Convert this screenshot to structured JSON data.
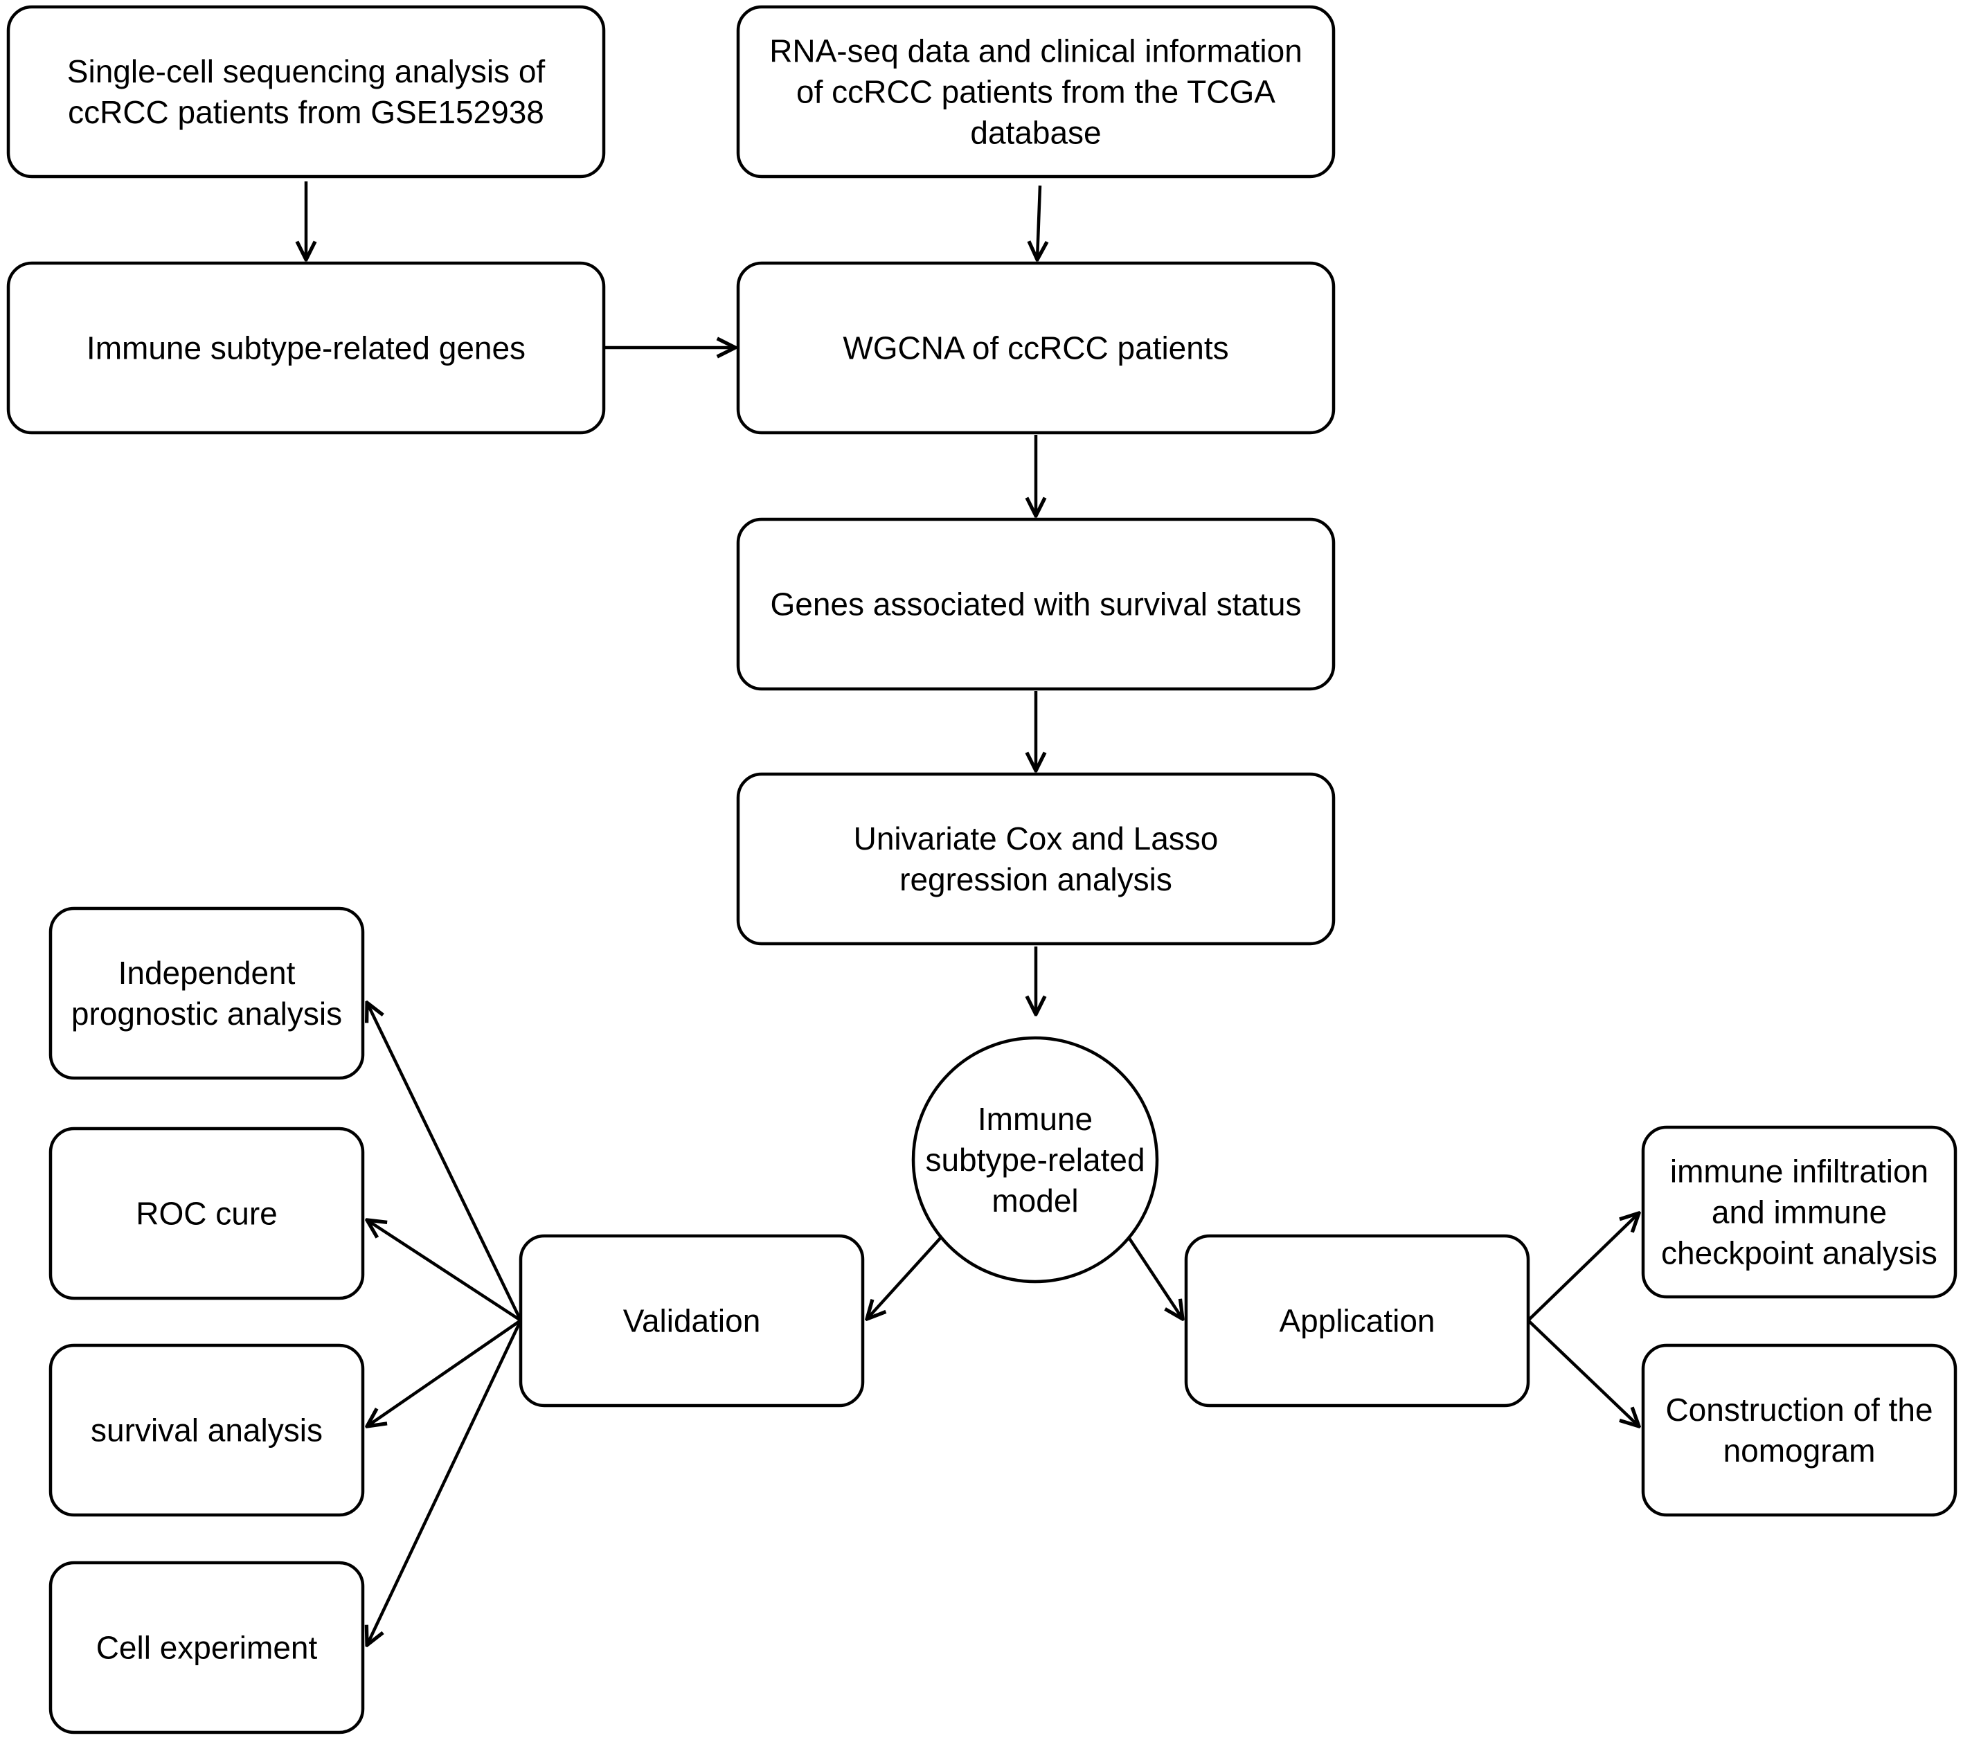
{
  "nodes": [
    {
      "id": "scrna",
      "label": "Single-cell sequencing analysis of\nccRCC patients from GSE152938"
    },
    {
      "id": "tcga",
      "label": "RNA-seq data and clinical information\nof ccRCC patients from the TCGA\ndatabase"
    },
    {
      "id": "immune_genes",
      "label": "Immune subtype-related genes"
    },
    {
      "id": "wgcna",
      "label": "WGCNA of ccRCC patients"
    },
    {
      "id": "survival_genes",
      "label": "Genes associated with survival status"
    },
    {
      "id": "cox_lasso",
      "label": "Univariate Cox and Lasso\nregression analysis"
    },
    {
      "id": "model",
      "label": "Immune\nsubtype-related\nmodel"
    },
    {
      "id": "validation",
      "label": "Validation"
    },
    {
      "id": "application",
      "label": "Application"
    },
    {
      "id": "independent",
      "label": "Independent\nprognostic analysis"
    },
    {
      "id": "roc",
      "label": "ROC cure"
    },
    {
      "id": "survival",
      "label": "survival analysis"
    },
    {
      "id": "cell",
      "label": "Cell experiment"
    },
    {
      "id": "infiltration",
      "label": "immune infiltration\nand immune\ncheckpoint analysis"
    },
    {
      "id": "nomogram",
      "label": "Construction of the\nnomogram"
    }
  ],
  "edges": [
    {
      "from": "scrna",
      "to": "immune_genes"
    },
    {
      "from": "tcga",
      "to": "wgcna"
    },
    {
      "from": "immune_genes",
      "to": "wgcna"
    },
    {
      "from": "wgcna",
      "to": "survival_genes"
    },
    {
      "from": "survival_genes",
      "to": "cox_lasso"
    },
    {
      "from": "cox_lasso",
      "to": "model"
    },
    {
      "from": "model",
      "to": "validation"
    },
    {
      "from": "model",
      "to": "application"
    },
    {
      "from": "validation",
      "to": "independent"
    },
    {
      "from": "validation",
      "to": "roc"
    },
    {
      "from": "validation",
      "to": "survival"
    },
    {
      "from": "validation",
      "to": "cell"
    },
    {
      "from": "application",
      "to": "infiltration"
    },
    {
      "from": "application",
      "to": "nomogram"
    }
  ]
}
